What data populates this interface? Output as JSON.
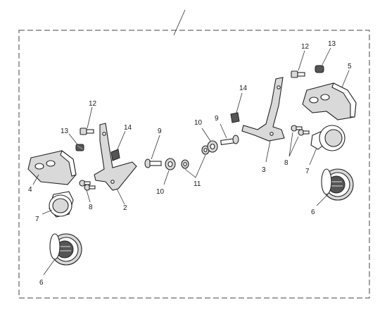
{
  "diagram": {
    "labels": {
      "l1": "12",
      "l2": "13",
      "l3": "14",
      "l4": "9",
      "l5": "10",
      "l6": "4",
      "l7": "2",
      "l8": "8",
      "l9": "7",
      "l10": "6",
      "l11": "10",
      "l12": "11",
      "l13": "9",
      "l14": "14",
      "l15": "3",
      "l16": "8",
      "l17": "12",
      "l18": "13",
      "l19": "5",
      "l20": "7",
      "l21": "6"
    }
  }
}
